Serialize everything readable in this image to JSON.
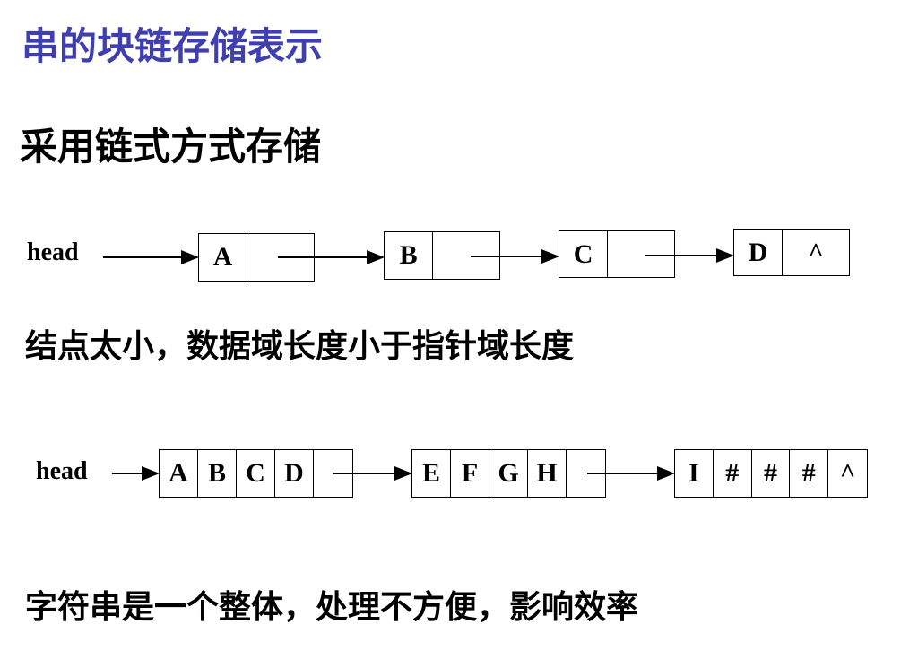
{
  "title": "串的块链存储表示",
  "subtitle": "采用链式方式存储",
  "note1": "结点太小，数据域长度小于指针域长度",
  "note2": "字符串是一个整体，处理不方便，影响效率",
  "diagram1": {
    "head_label": "head",
    "nodes": [
      [
        "A",
        ""
      ],
      [
        "B",
        ""
      ],
      [
        "C",
        ""
      ],
      [
        "D",
        "^"
      ]
    ]
  },
  "diagram2": {
    "head_label": "head",
    "nodes": [
      [
        "A",
        "B",
        "C",
        "D",
        ""
      ],
      [
        "E",
        "F",
        "G",
        "H",
        ""
      ],
      [
        "I",
        "#",
        "#",
        "#",
        "^"
      ]
    ]
  },
  "colors": {
    "title": "#3f3fb0"
  }
}
